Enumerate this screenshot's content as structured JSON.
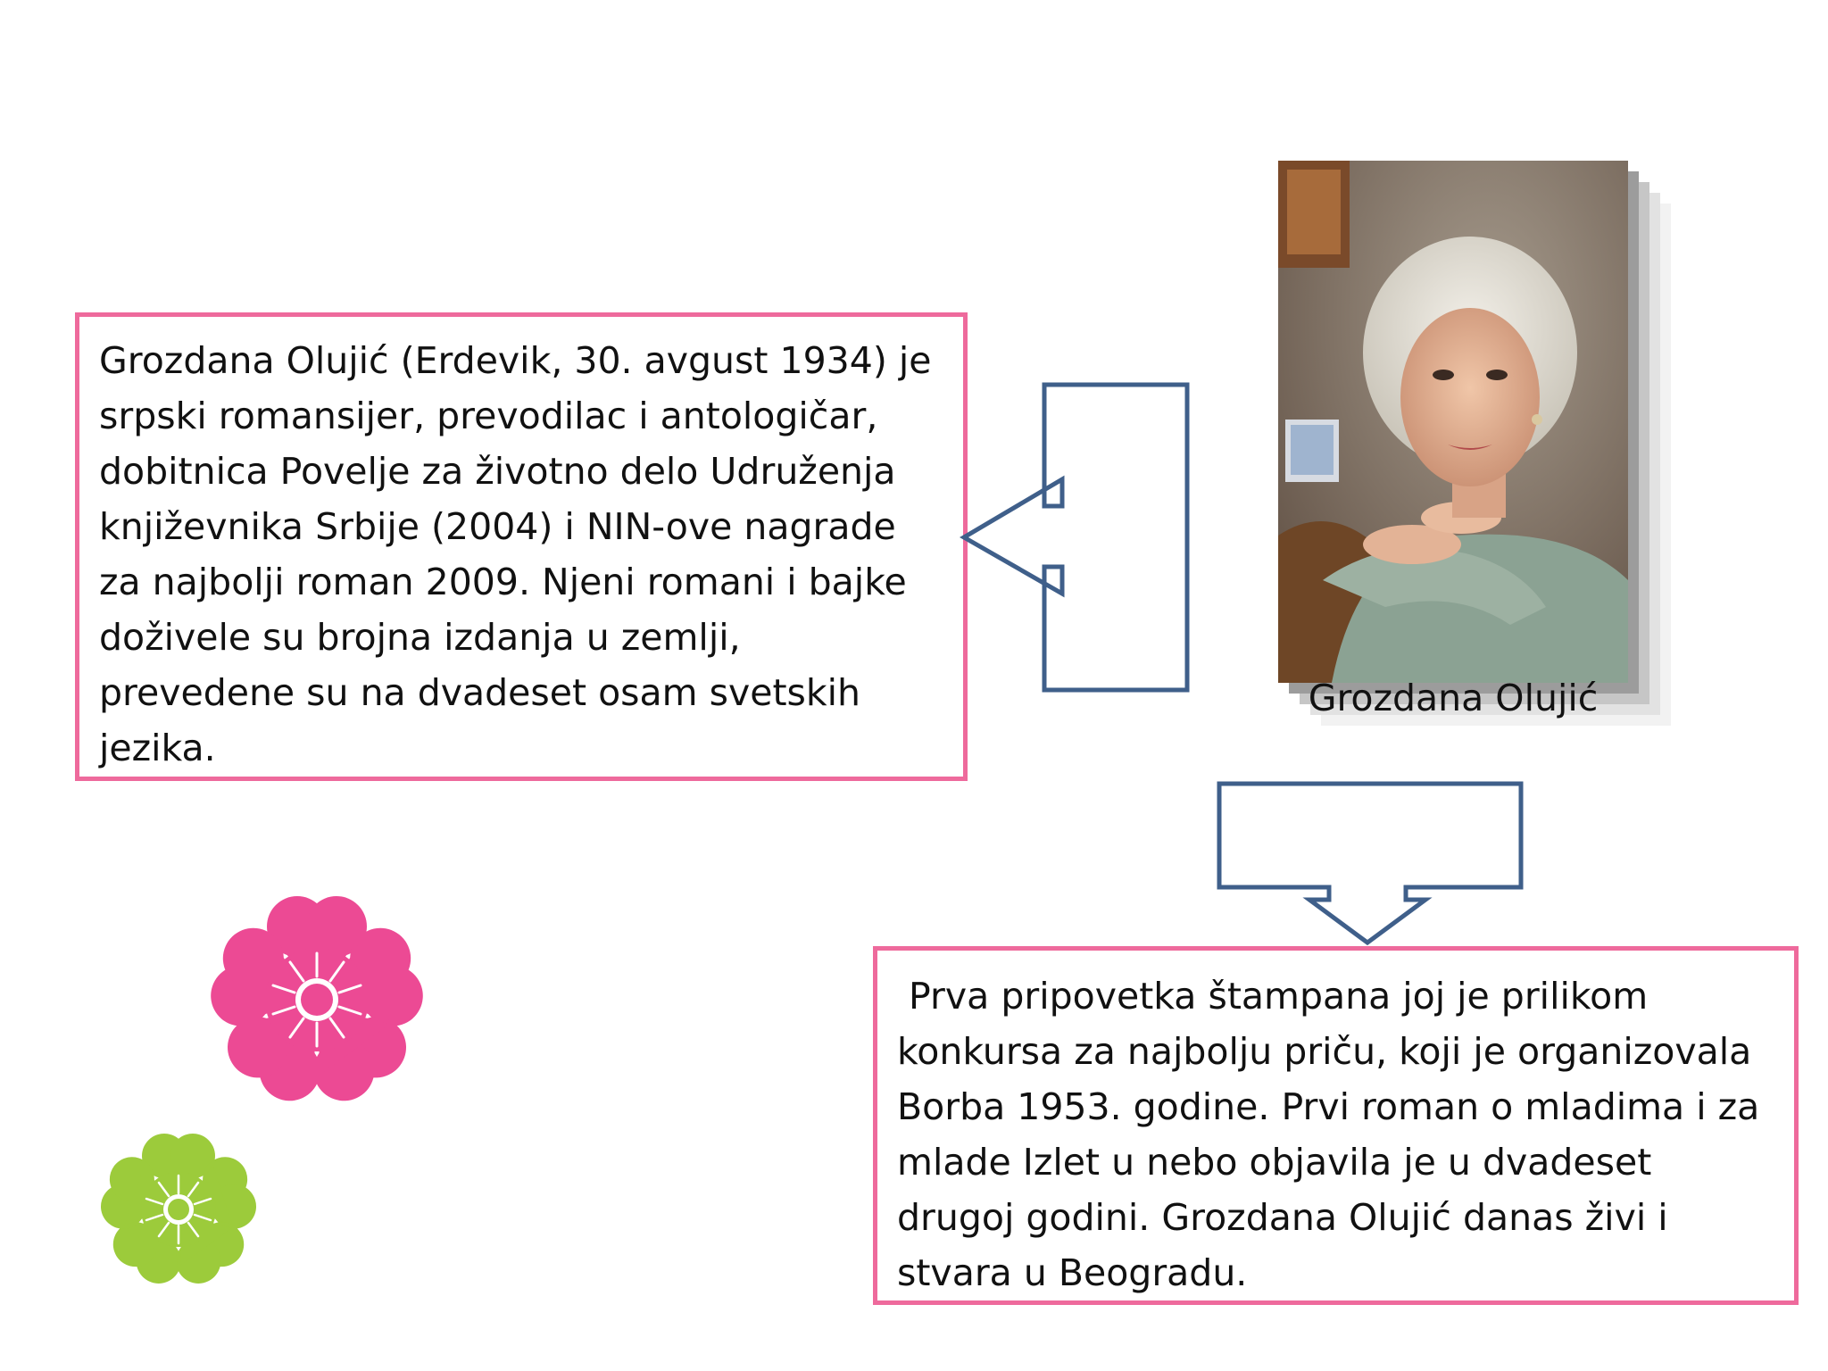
{
  "slide": {
    "left_text": "Grozdana Olujić (Erdevik, 30. avgust 1934) je srpski romansijer, prevodilac i antologičar, dobitnica Povelje za životno delo Udruženja književnika Srbije (2004) i NIN-ove nagrade za najbolji roman 2009. Njeni romani i bajke doživele su brojna izdanja u zemlji, prevedene su na dvadeset osam svetskih jezika.",
    "right_text": " Prva pripovetka štampana joj je prilikom konkursa za najbolju priču, koji je organizovala Borba 1953. godine. Prvi roman o mladima i za mlade Izlet u nebo objavila je u dvadeset drugoj godini. Grozdana Olujić danas živi i stvara u Beogradu.",
    "photo_caption": "Grozdana Olujić"
  },
  "colors": {
    "box_border": "#ee6a9c",
    "arrow_stroke": "#3f5f8a",
    "flower_pink": "#ec4a94",
    "flower_green": "#9ccb3b"
  },
  "icons": {
    "left_arrow": "left-arrow-callout-icon",
    "down_arrow": "down-arrow-callout-icon",
    "pink_flower": "pink-flower-icon",
    "green_flower": "green-flower-icon"
  }
}
